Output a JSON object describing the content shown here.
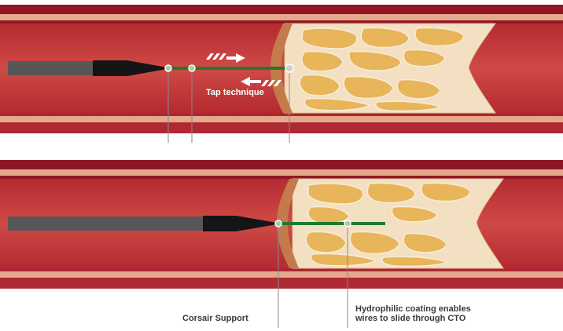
{
  "labels": {
    "tap_technique": "Tap technique",
    "corsair_support": "Corsair Support",
    "hydrophilic_line1": "Hydrophilic coating enables",
    "hydrophilic_line2": "wires to slide through CTO"
  },
  "colors": {
    "vessel_wall": "#9e1b2a",
    "vessel_inner": "#c73a3c",
    "vessel_stripe": "#e3a58a",
    "plaque_fill": "#f3e0c2",
    "plaque_nodule": "#e8b55b",
    "cap": "#c47a4a",
    "catheter": "#555555",
    "catheter_tip": "#1a1a1a",
    "guidewire": "#1f7a2e",
    "leader_line": "#8a8a8a",
    "label_text": "#3a3a3a"
  }
}
